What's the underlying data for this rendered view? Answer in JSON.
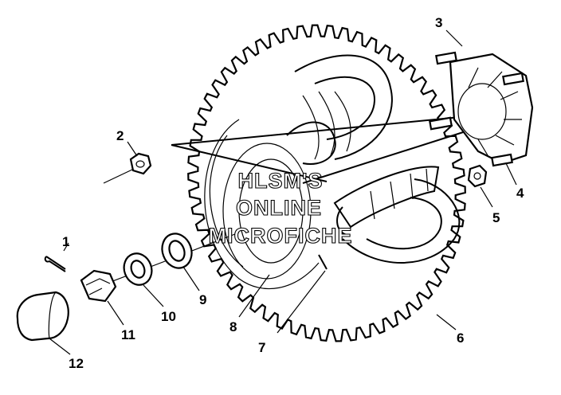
{
  "labels": {
    "l1": "1",
    "l2": "2",
    "l3": "3",
    "l4": "4",
    "l5": "5",
    "l6": "6",
    "l7": "7",
    "l8": "8",
    "l9": "9",
    "l10": "10",
    "l11": "11",
    "l12": "12"
  },
  "watermark": {
    "line1": "HLSM'S",
    "line2": "ONLINE",
    "line3": "MICROFICHE"
  }
}
